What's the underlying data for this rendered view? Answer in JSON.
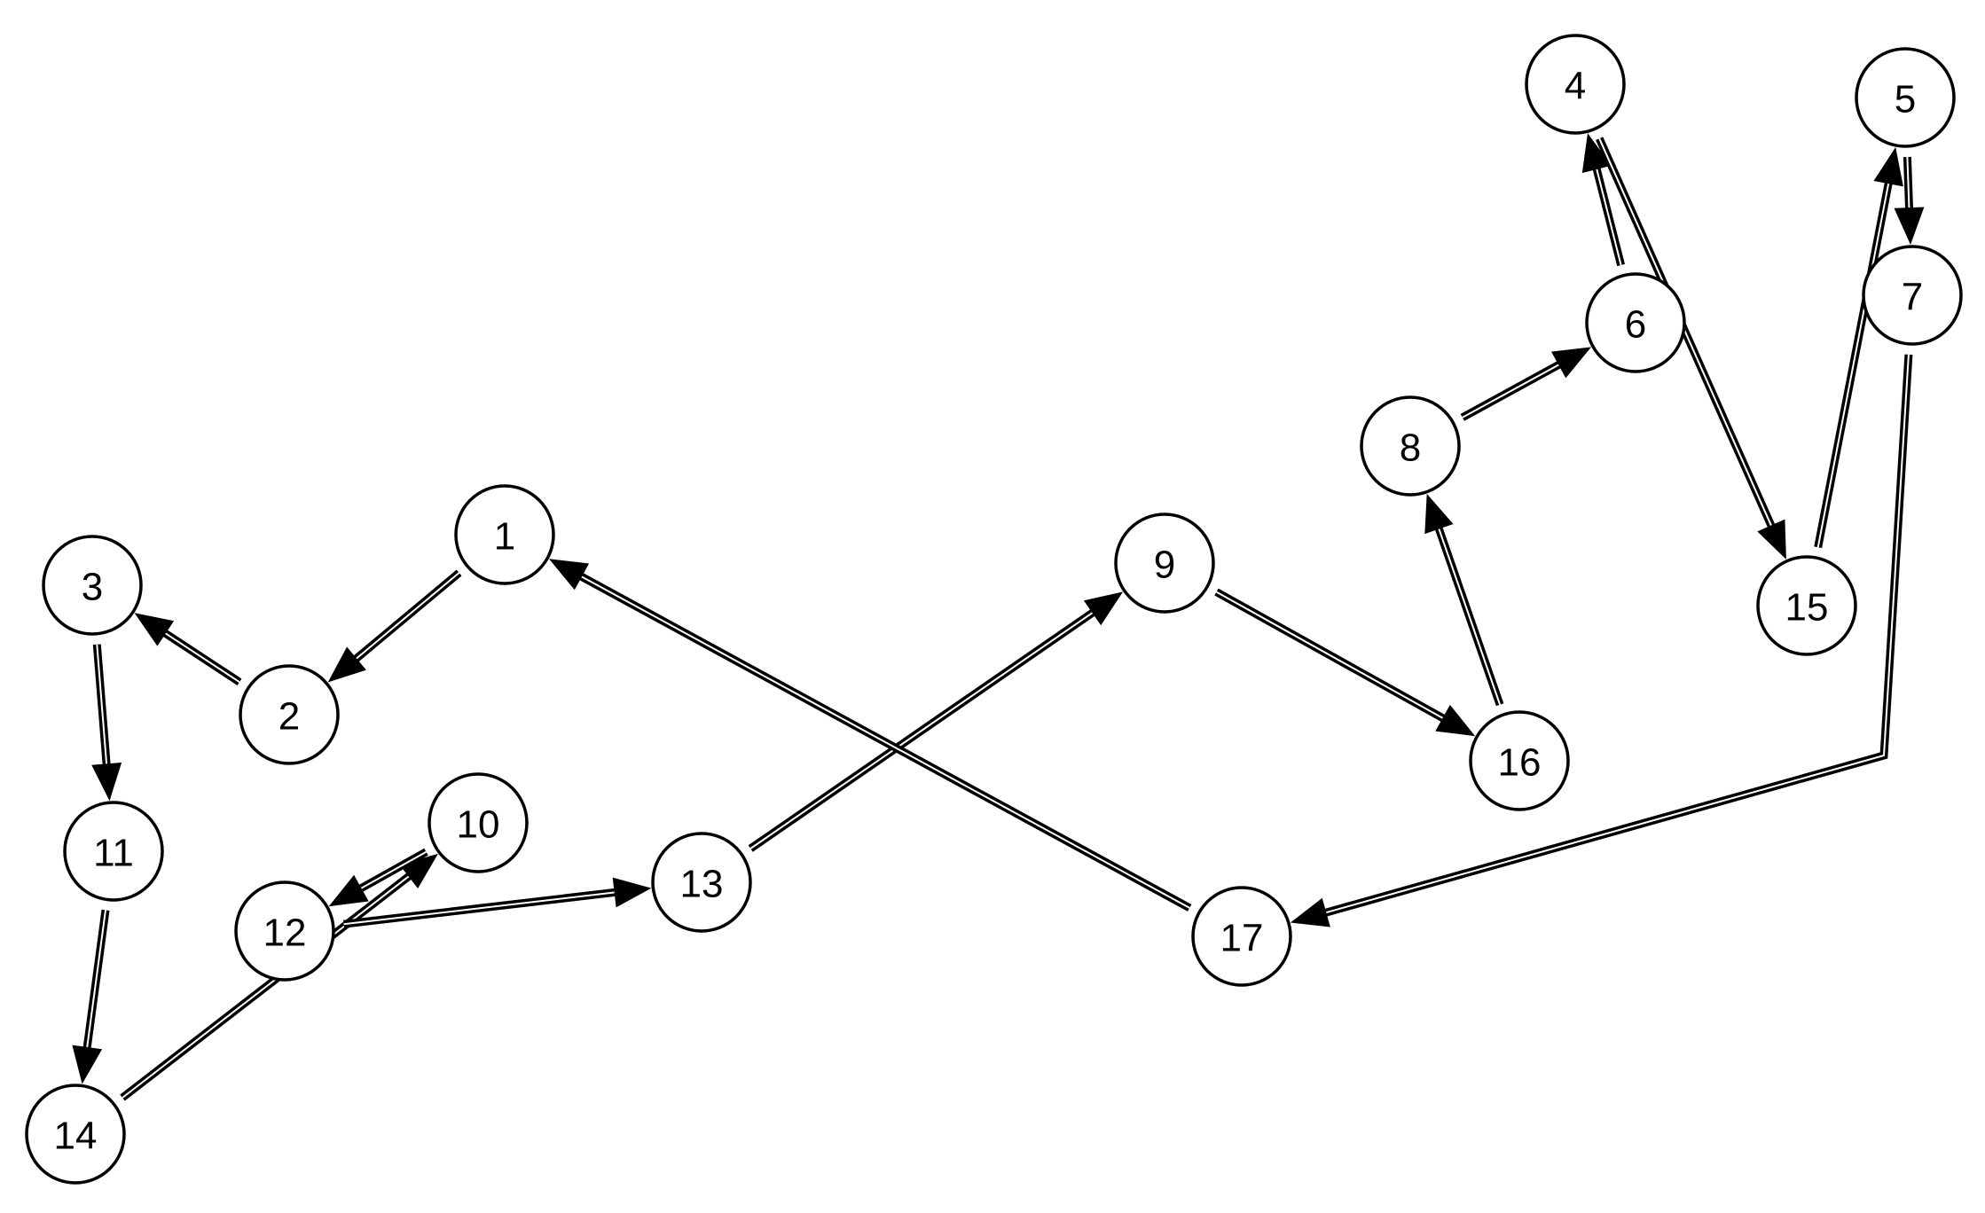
{
  "diagram": {
    "nodes": [
      {
        "id": "1",
        "label": "1"
      },
      {
        "id": "2",
        "label": "2"
      },
      {
        "id": "3",
        "label": "3"
      },
      {
        "id": "4",
        "label": "4"
      },
      {
        "id": "5",
        "label": "5"
      },
      {
        "id": "6",
        "label": "6"
      },
      {
        "id": "7",
        "label": "7"
      },
      {
        "id": "8",
        "label": "8"
      },
      {
        "id": "9",
        "label": "9"
      },
      {
        "id": "10",
        "label": "10"
      },
      {
        "id": "11",
        "label": "11"
      },
      {
        "id": "12",
        "label": "12"
      },
      {
        "id": "13",
        "label": "13"
      },
      {
        "id": "14",
        "label": "14"
      },
      {
        "id": "15",
        "label": "15"
      },
      {
        "id": "16",
        "label": "16"
      },
      {
        "id": "17",
        "label": "17"
      }
    ],
    "edges": [
      {
        "from": "1",
        "to": "2"
      },
      {
        "from": "2",
        "to": "3"
      },
      {
        "from": "3",
        "to": "11"
      },
      {
        "from": "11",
        "to": "14"
      },
      {
        "from": "14",
        "to": "10"
      },
      {
        "from": "10",
        "to": "12"
      },
      {
        "from": "12",
        "to": "13"
      },
      {
        "from": "13",
        "to": "9"
      },
      {
        "from": "9",
        "to": "16"
      },
      {
        "from": "16",
        "to": "8"
      },
      {
        "from": "8",
        "to": "6"
      },
      {
        "from": "6",
        "to": "4"
      },
      {
        "from": "4",
        "to": "15"
      },
      {
        "from": "15",
        "to": "5"
      },
      {
        "from": "5",
        "to": "7"
      },
      {
        "from": "7",
        "to": "17"
      },
      {
        "from": "17",
        "to": "1"
      }
    ],
    "colors": {
      "stroke": "#000000",
      "fill": "#ffffff"
    }
  }
}
